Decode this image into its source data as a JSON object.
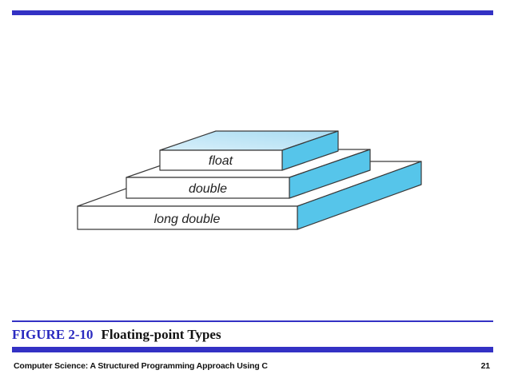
{
  "colors": {
    "accent_blue": "#3331c4",
    "caption_label_blue": "#2a2ac0",
    "side_face": "#56c5ea",
    "top_face_light_front": "#d8effa",
    "top_face_light_back": "#a8dcf2",
    "white_face": "#ffffff",
    "outline": "#3a3a3a"
  },
  "diagram": {
    "description": "3D stepped stack of floating-point types",
    "layers": [
      {
        "label": "float"
      },
      {
        "label": "double"
      },
      {
        "label": "long double"
      }
    ]
  },
  "caption": {
    "figure_label": "FIGURE 2-10",
    "title": "Floating-point Types"
  },
  "footer": {
    "book_title": "Computer Science: A Structured Programming Approach Using C",
    "page_number": "21"
  }
}
